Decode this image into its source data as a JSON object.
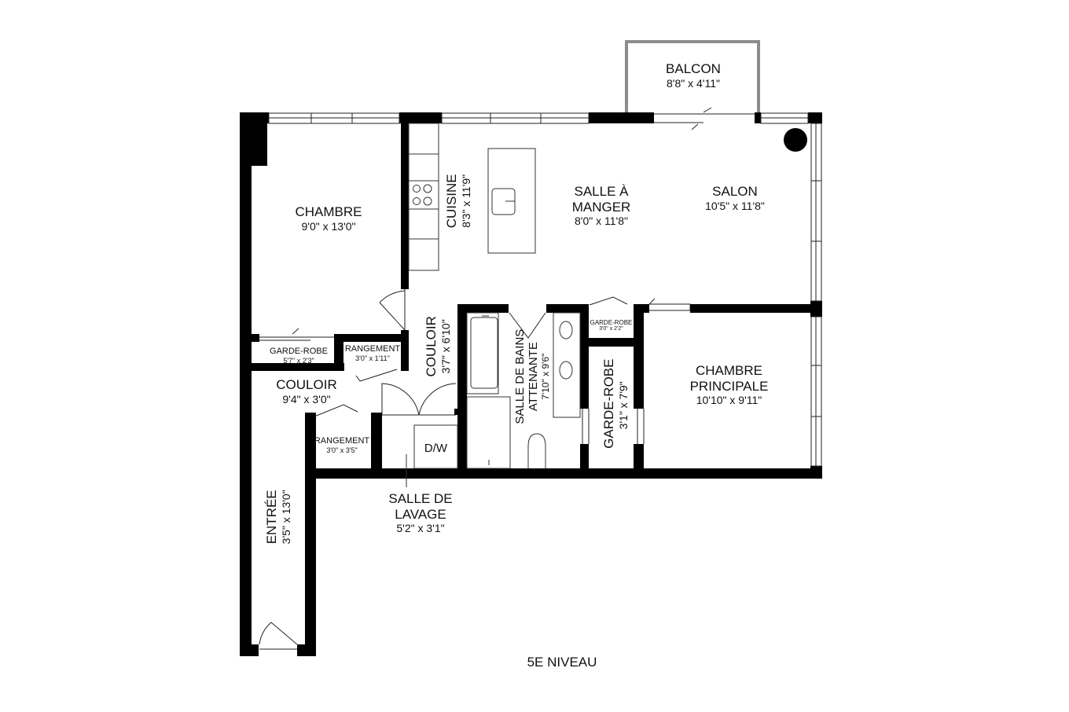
{
  "floor_label": "5E NIVEAU",
  "rooms": [
    {
      "id": "balcon",
      "name": "BALCON",
      "dims": "8'8\" x 4'11\""
    },
    {
      "id": "chambre",
      "name": "CHAMBRE",
      "dims": "9'0\" x 13'0\""
    },
    {
      "id": "cuisine",
      "name": "CUISINE",
      "dims": "8'3\" x 11'9\""
    },
    {
      "id": "salle-a-manger",
      "name": "SALLE À MANGER",
      "name_l1": "SALLE À",
      "name_l2": "MANGER",
      "dims": "8'0\" x 11'8\""
    },
    {
      "id": "salon",
      "name": "SALON",
      "dims": "10'5\" x 11'8\""
    },
    {
      "id": "garde-robe-1",
      "name": "GARDE-ROBE",
      "dims": "5'7\" x 2'3\""
    },
    {
      "id": "rangement-1",
      "name": "RANGEMENT",
      "dims": "3'0\" x 1'11\""
    },
    {
      "id": "couloir-vertical",
      "name": "COULOIR",
      "dims": "3'7\" x 6'10\""
    },
    {
      "id": "couloir-horizontal",
      "name": "COULOIR",
      "dims": "9'4\" x 3'0\""
    },
    {
      "id": "rangement-2",
      "name": "RANGEMENT",
      "dims": "3'0\" x 3'5\""
    },
    {
      "id": "dw",
      "name": "D/W"
    },
    {
      "id": "salle-de-bains",
      "name": "SALLE DE BAINS ATTENANTE",
      "name_l1": "SALLE DE BAINS",
      "name_l2": "ATTENANTE",
      "dims": "7'10\" x 9'6\""
    },
    {
      "id": "garde-robe-2",
      "name": "GARDE-ROBE",
      "dims": "3'0\" x 2'2\""
    },
    {
      "id": "garde-robe-3",
      "name": "GARDE-ROBE",
      "dims": "3'1\" x 7'9\""
    },
    {
      "id": "chambre-principale",
      "name": "CHAMBRE PRINCIPALE",
      "name_l1": "CHAMBRE",
      "name_l2": "PRINCIPALE",
      "dims": "10'10\" x 9'11\""
    },
    {
      "id": "salle-de-lavage",
      "name": "SALLE DE LAVAGE",
      "name_l1": "SALLE DE",
      "name_l2": "LAVAGE",
      "dims": "5'2\" x 3'1\""
    },
    {
      "id": "entree",
      "name": "ENTRÉE",
      "dims": "3'5\" x 13'0\""
    }
  ],
  "colors": {
    "wall": "#000000",
    "balcony": "#8c8c8c",
    "fixture": "#555555"
  }
}
